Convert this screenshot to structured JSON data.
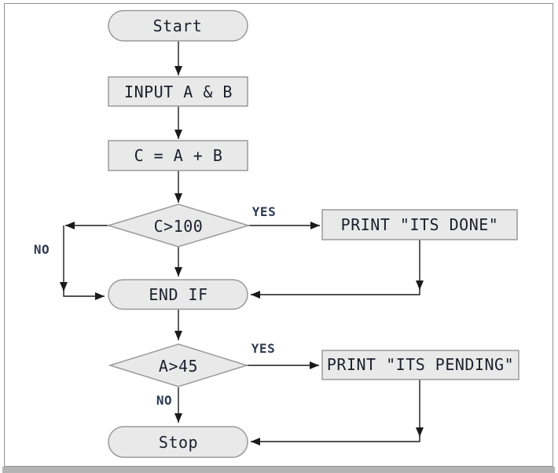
{
  "flowchart": {
    "nodes": {
      "start": {
        "type": "terminator",
        "label": "Start"
      },
      "input": {
        "type": "process",
        "label": "INPUT A & B"
      },
      "assign": {
        "type": "process",
        "label": "C = A + B"
      },
      "cond1": {
        "type": "decision",
        "label": "C>100"
      },
      "print_done": {
        "type": "process",
        "label": "PRINT \"ITS DONE\""
      },
      "endif": {
        "type": "terminator",
        "label": "END IF"
      },
      "cond2": {
        "type": "decision",
        "label": "A>45"
      },
      "print_pending": {
        "type": "process",
        "label": "PRINT \"ITS PENDING\""
      },
      "stop": {
        "type": "terminator",
        "label": "Stop"
      }
    },
    "branch_labels": {
      "cond1_yes": "YES",
      "cond1_no": "NO",
      "cond2_yes": "YES",
      "cond2_no": "NO"
    },
    "colors": {
      "node_fill": "#e9e9ea",
      "node_border": "#9a9a9a",
      "arrow": "#1a1a1a",
      "text": "#1c202c",
      "branch_text": "#2e3a52",
      "frame_border": "#8f8f8f",
      "bottom_strip": "#b4b4b4"
    }
  }
}
